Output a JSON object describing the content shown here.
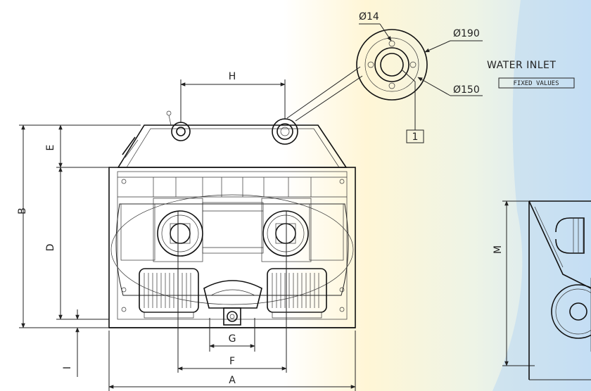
{
  "drawing": {
    "dimensions": {
      "A": "A",
      "B": "B",
      "D": "D",
      "E": "E",
      "F": "F",
      "G": "G",
      "H": "H",
      "I": "I",
      "M": "M"
    },
    "water_inlet": {
      "title": "WATER INLET",
      "note": "FIXED VALUES",
      "diameters": [
        "Ø14",
        "Ø190",
        "Ø150"
      ],
      "callout": "1"
    }
  },
  "colors": {
    "background": "#ffffff",
    "line": "#222222",
    "tint": "#fff3c4",
    "blue": "#bcd9f2"
  }
}
